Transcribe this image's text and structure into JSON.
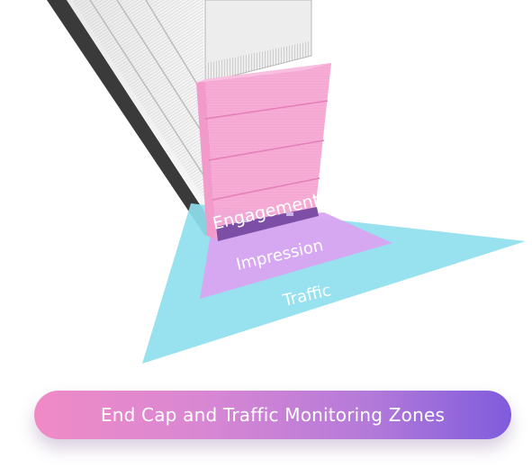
{
  "zones": {
    "engagement": {
      "label": "Engagement",
      "color": "#f7a8d4"
    },
    "impression": {
      "label": "Impression",
      "color": "#d7a6f0"
    },
    "traffic": {
      "label": "Traffic",
      "color": "#8fe0ef"
    }
  },
  "caption": {
    "title": "End Cap and Traffic Monitoring Zones",
    "gradient_start": "#f08ac6",
    "gradient_end": "#7f5cdc"
  }
}
